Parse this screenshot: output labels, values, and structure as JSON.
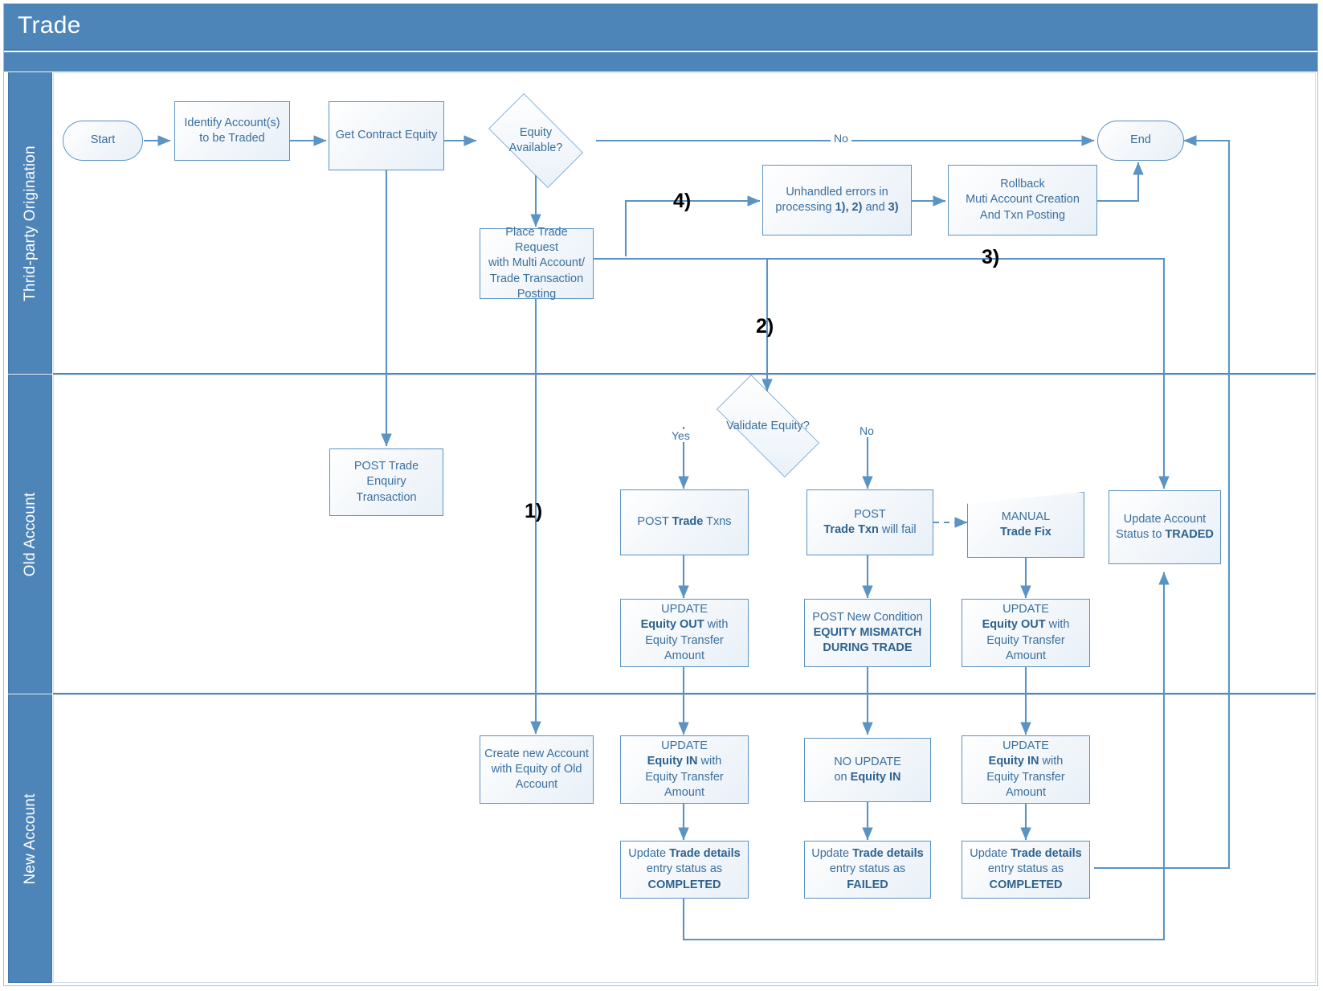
{
  "header": {
    "title": "Trade"
  },
  "lanes": [
    {
      "id": "lane-third-party",
      "label": "Thrid-party Origination"
    },
    {
      "id": "lane-old-account",
      "label": "Old Account"
    },
    {
      "id": "lane-new-account",
      "label": "New Account"
    }
  ],
  "nodes": {
    "start": {
      "label": "Start"
    },
    "identify_accounts": {
      "line1": "Identify Account(s)",
      "line2": "to be Traded"
    },
    "get_contract_equity": {
      "label": "Get Contract Equity"
    },
    "equity_available": {
      "line1": "Equity",
      "line2": "Available?"
    },
    "place_trade_request": {
      "line1": "Place Trade Request",
      "line2": "with Multi Account/",
      "line3": "Trade Transaction",
      "line4": "Posting"
    },
    "unhandled_errors": {
      "line1": "Unhandled errors in",
      "line2_a": "processing ",
      "line2_b": "1), 2)",
      "line2_c": " and ",
      "line2_d": "3)"
    },
    "rollback": {
      "line1": "Rollback",
      "line2": "Muti Account Creation",
      "line3": "And Txn Posting"
    },
    "end": {
      "label": "End"
    },
    "post_trade_enquiry": {
      "line1": "POST Trade Enquiry",
      "line2": "Transaction"
    },
    "validate_equity": {
      "label": "Validate Equity?"
    },
    "post_trade_txns": {
      "a": "POST ",
      "b": "Trade",
      "c": " Txns"
    },
    "post_trade_txn_fail": {
      "line1": "POST",
      "line2_b": "Trade Txn",
      "line2_c": " will fail"
    },
    "manual_trade_fix": {
      "line1": "MANUAL",
      "line2": "Trade Fix"
    },
    "update_account_status": {
      "line1": "Update Account",
      "line2_a": "Status to ",
      "line2_b": "TRADED"
    },
    "update_equity_out_1": {
      "line1": "UPDATE",
      "line2_b": "Equity OUT",
      "line2_c": " with",
      "line3": "Equity Transfer",
      "line4": "Amount"
    },
    "post_new_condition": {
      "line1": "POST New Condition",
      "line2": "EQUITY MISMATCH",
      "line3": "DURING TRADE"
    },
    "update_equity_out_2": {
      "line1": "UPDATE",
      "line2_b": "Equity OUT",
      "line2_c": " with",
      "line3": "Equity Transfer",
      "line4": "Amount"
    },
    "create_new_account": {
      "line1": "Create new Account",
      "line2": "with Equity of Old",
      "line3": "Account"
    },
    "update_equity_in_1": {
      "line1": "UPDATE",
      "line2_b": "Equity IN",
      "line2_c": " with",
      "line3": "Equity Transfer",
      "line4": "Amount"
    },
    "no_update_equity_in": {
      "line1": "NO UPDATE",
      "line2_a": "on ",
      "line2_b": "Equity IN"
    },
    "update_equity_in_2": {
      "line1": "UPDATE",
      "line2_b": "Equity IN",
      "line2_c": " with",
      "line3": "Equity Transfer",
      "line4": "Amount"
    },
    "update_trade_completed_1": {
      "line1_a": "Update ",
      "line1_b": "Trade details",
      "line2": "entry status as",
      "line3": "COMPLETED"
    },
    "update_trade_failed": {
      "line1_a": "Update ",
      "line1_b": "Trade details",
      "line2_a": "entry status as ",
      "line2_b": "FAILED"
    },
    "update_trade_completed_2": {
      "line1_a": "Update ",
      "line1_b": "Trade details",
      "line2": "entry status as",
      "line3": "COMPLETED"
    }
  },
  "edge_labels": {
    "equity_available_no": "No",
    "validate_yes": "Yes",
    "validate_no": "No"
  },
  "branch_numbers": {
    "one": "1)",
    "two": "2)",
    "three": "3)",
    "four": "4)"
  },
  "colors": {
    "lane_header_bg": "#4e85b9",
    "node_border": "#5b93c4",
    "node_text": "#3a6f9f",
    "connector": "#5b93c4"
  }
}
